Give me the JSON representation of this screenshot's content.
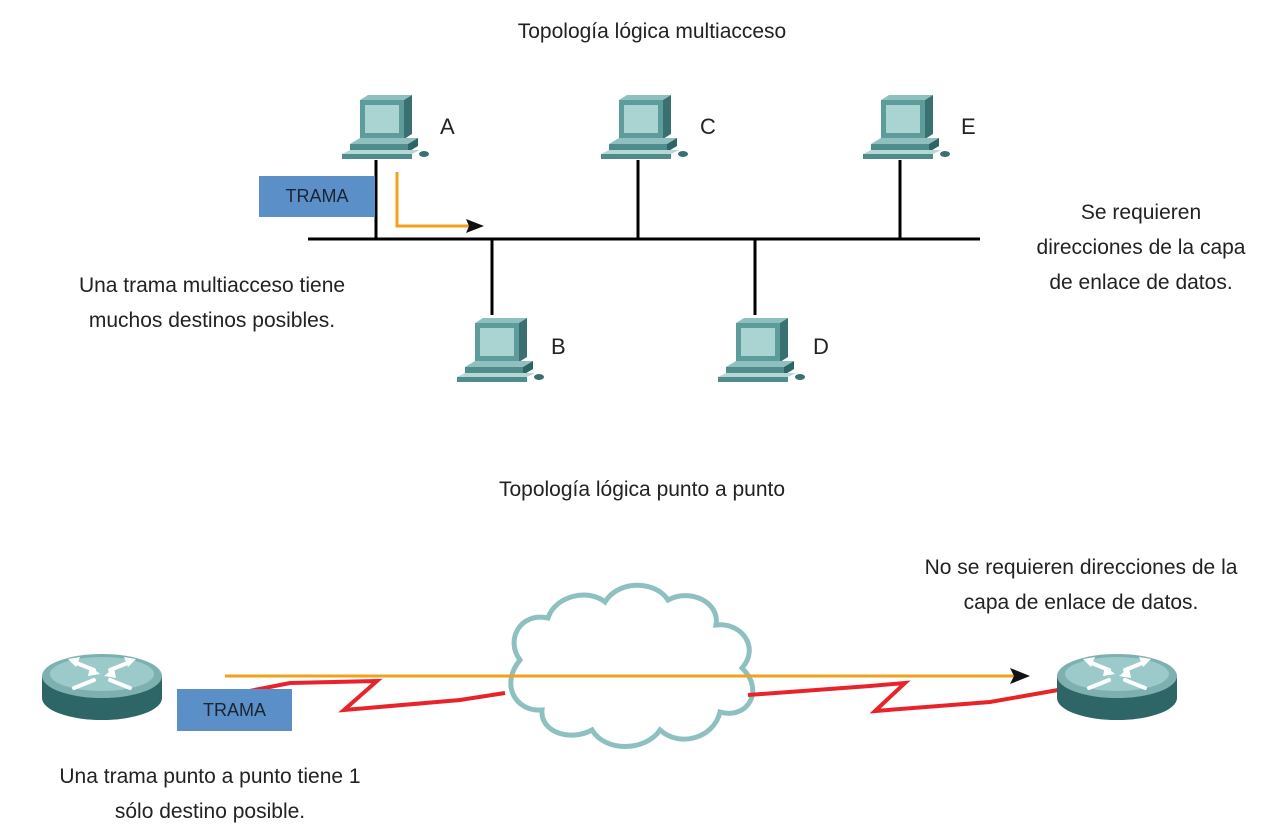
{
  "multiaccess": {
    "title": "Topología lógica multiacceso",
    "frame_label": "TRAMA",
    "left_caption_line1": "Una trama multiacceso tiene",
    "left_caption_line2": "muchos destinos posibles.",
    "right_caption_line1": "Se requieren",
    "right_caption_line2": "direcciones de la capa",
    "right_caption_line3": "de enlace de datos.",
    "nodes": [
      "A",
      "B",
      "C",
      "D",
      "E"
    ]
  },
  "point_to_point": {
    "title": "Topología lógica punto a punto",
    "frame_label": "TRAMA",
    "left_caption_line1": "Una trama punto a punto tiene 1",
    "left_caption_line2": "sólo destino posible.",
    "right_caption_line1": "No se requieren direcciones de la",
    "right_caption_line2": "capa de enlace de datos."
  },
  "colors": {
    "bus_line": "#000000",
    "frame_path": "#f0a21e",
    "serial_link": "#e8232a",
    "frame_box": "#5b8fc7",
    "pc_body": "#4f8d8d",
    "router": "#3f7d7e",
    "cloud_outline": "#7fb5b5"
  },
  "icons": [
    "pc-icon",
    "router-icon",
    "cloud-icon",
    "arrow-icon",
    "serial-link-icon"
  ]
}
